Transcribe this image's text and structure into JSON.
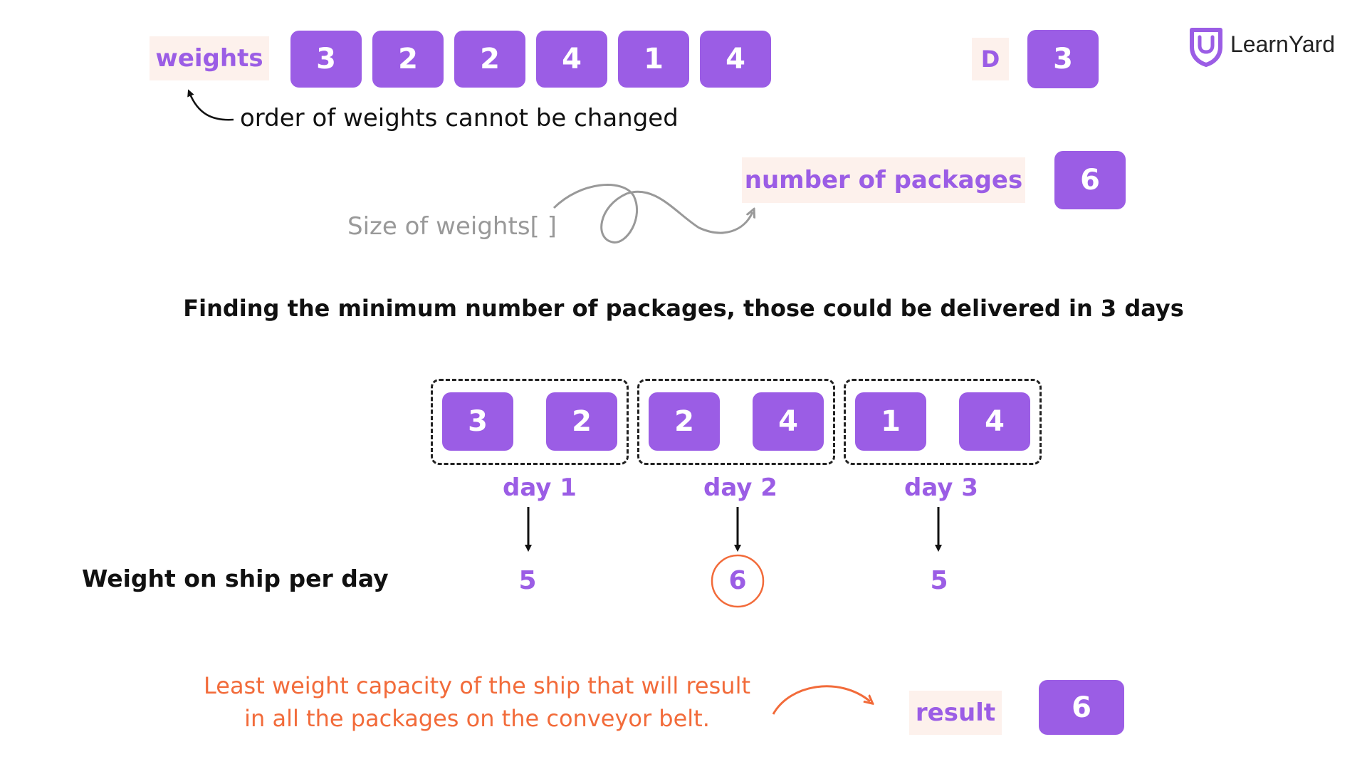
{
  "brand": {
    "name": "LearnYard"
  },
  "weights": {
    "label": "weights",
    "values": [
      "3",
      "2",
      "2",
      "4",
      "1",
      "4"
    ]
  },
  "order_note": "order of weights cannot be changed",
  "d": {
    "label": "D",
    "value": "3"
  },
  "packages": {
    "size_label": "Size of weights[ ]",
    "label": "number of packages",
    "value": "6"
  },
  "heading": "Finding the minimum number of packages, those could be delivered in 3 days",
  "groups": [
    {
      "values": [
        "3",
        "2"
      ],
      "day": "day 1",
      "weight": "5"
    },
    {
      "values": [
        "2",
        "4"
      ],
      "day": "day 2",
      "weight": "6"
    },
    {
      "values": [
        "1",
        "4"
      ],
      "day": "day 3",
      "weight": "5"
    }
  ],
  "per_day_label": "Weight on ship per day",
  "conclusion": {
    "line1": "Least weight capacity of the ship that will result",
    "line2": "in all the packages on the conveyor belt."
  },
  "result": {
    "label": "result",
    "value": "6"
  },
  "colors": {
    "accent": "#9b5de5",
    "tag_bg": "#fdf1ec",
    "highlight": "#f26b3a",
    "text": "#111111",
    "muted": "#999999"
  }
}
